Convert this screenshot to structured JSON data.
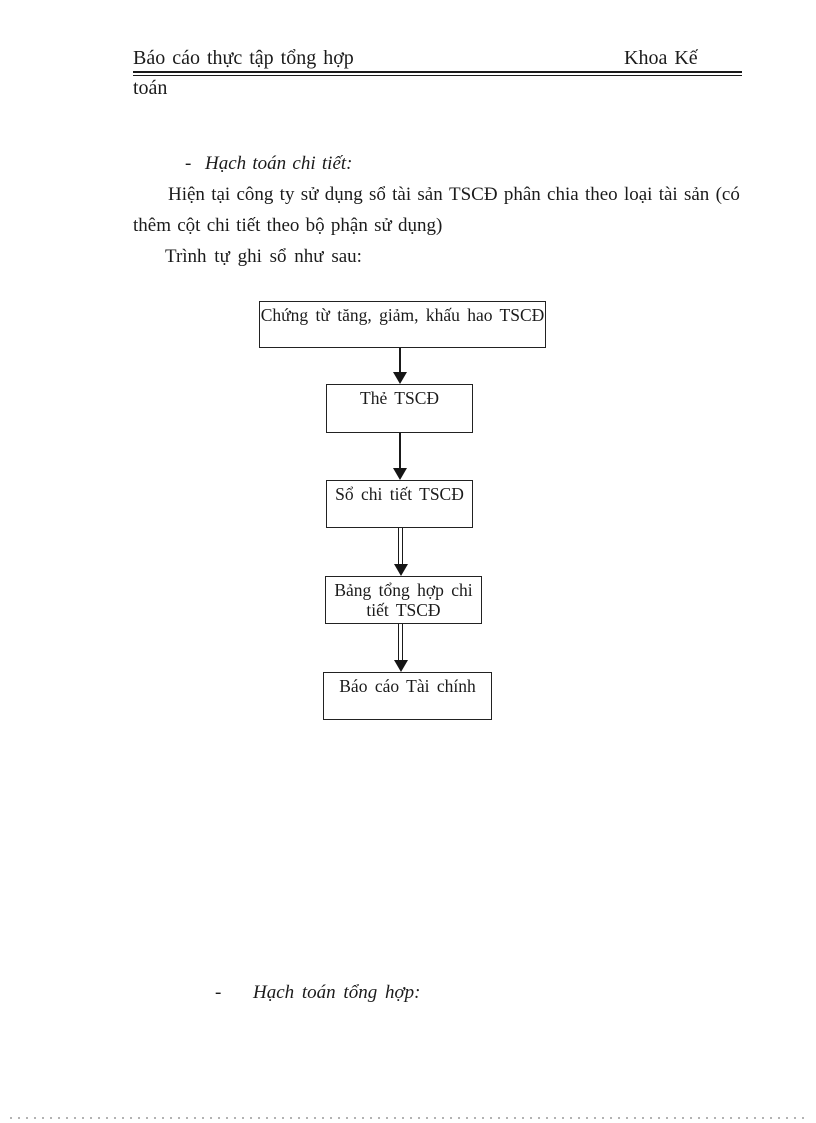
{
  "page": {
    "header": {
      "left_title": "Báo cáo thực tập tổng hợp",
      "right_title": "Khoa Kế",
      "right_title_wrap": "toán"
    },
    "sections": {
      "detail_heading_dash": "-",
      "detail_heading": "Hạch toán chi tiết:",
      "paragraph_line1": "Hiện tại công ty sử dụng sổ tài sản TSCĐ phân chia theo loại tài sản (có",
      "paragraph_line2": "thêm cột chi tiết theo bộ phận sử dụng)",
      "sequence_intro": "Trình tự ghi sổ như sau:",
      "summary_heading_dash": "-",
      "summary_heading": "Hạch toán tổng hợp:"
    },
    "flowchart": {
      "boxes": [
        {
          "label": "Chứng từ tăng, giảm, khấu hao TSCĐ"
        },
        {
          "label": "Thẻ TSCĐ"
        },
        {
          "label": "Sổ chi tiết TSCĐ"
        },
        {
          "label": "Bảng tổng hợp chi tiết TSCĐ"
        },
        {
          "label": "Báo cáo Tài chính"
        }
      ],
      "connectors": [
        {
          "from": 1,
          "to": 2,
          "style": "single-arrow"
        },
        {
          "from": 2,
          "to": 3,
          "style": "single-arrow"
        },
        {
          "from": 3,
          "to": 4,
          "style": "double-arrow"
        },
        {
          "from": 4,
          "to": 5,
          "style": "double-arrow"
        }
      ]
    },
    "colors": {
      "text": "#1b1b1b",
      "rule": "#1a1a1a",
      "dotted_rule": "#b3b3b3",
      "background": "#ffffff"
    }
  }
}
